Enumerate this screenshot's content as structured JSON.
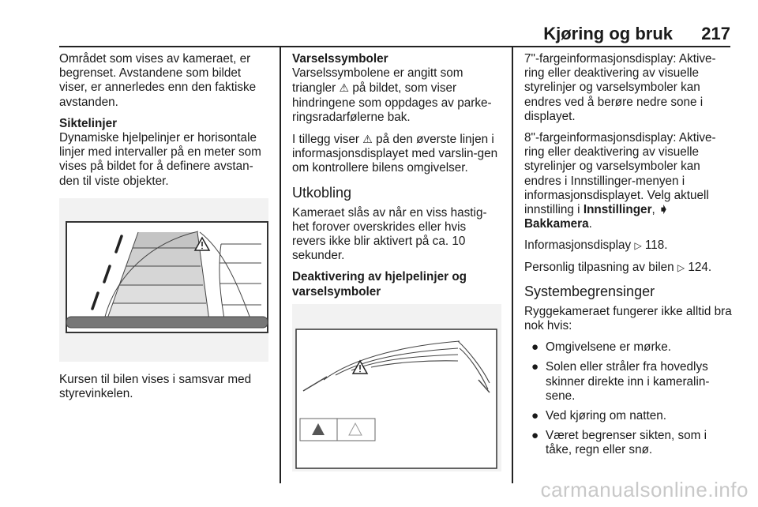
{
  "header": {
    "title": "Kjøring og bruk",
    "page_number": "217"
  },
  "col1": {
    "p1": "Området som vises av kameraet, er begrenset. Avstandene som bildet viser, er annerledes enn den faktiske avstanden.",
    "siktelinjer_heading": "Siktelinjer",
    "siktelinjer_text": "Dynamiske hjelpelinjer er horisontale linjer med intervaller på en meter som vises på bildet for å definere avstan-den til viste objekter.",
    "p_kursen": "Kursen til bilen vises i samsvar med styrevinkelen."
  },
  "col2": {
    "varsel_heading": "Varselssymboler",
    "varsel_text_1": "Varselssymbolene er angitt som triangler",
    "varsel_text_2": "på bildet, som viser hindringene som oppdages av parke-ringsradarfølerne bak.",
    "tillegg_text_1": "I tillegg viser",
    "tillegg_text_2": "på den øverste linjen i informasjonsdisplayet med varslin-gen om kontrollere bilens omgivelser.",
    "utkobling_heading": "Utkobling",
    "utkobling_text": "Kameraet slås av når en viss hastig-het forover overskrides eller hvis revers ikke blir aktivert på ca. 10 sekunder.",
    "deakt_heading": "Deaktivering av hjelpelinjer og varselsymboler"
  },
  "col3": {
    "p7": "7\"-fargeinformasjonsdisplay: Aktive-ring eller deaktivering av visuelle styrelinjer og varselsymboler kan endres ved å berøre nedre sone i displayet.",
    "p8_1": "8\"-fargeinformasjonsdisplay: Aktive-ring eller deaktivering av visuelle styrelinjer og varselsymboler kan endres i Innstillinger-menyen i informasjonsdisplayet. Velg aktuell innstilling i",
    "p8_bold1": "Innstillinger",
    "p8_sep": ", ",
    "p8_arrow": "➧",
    "p8_bold2": "Bakkamera",
    "p8_end": ".",
    "info_text": "Informasjonsdisplay",
    "info_ref": "118.",
    "personlig_text": "Personlig tilpasning av bilen",
    "personlig_ref": "124.",
    "system_heading": "Systembegrensinger",
    "system_intro": "Ryggekameraet fungerer ikke alltid bra nok hvis:",
    "bullets": [
      "Omgivelsene er mørke.",
      "Solen eller stråler fra hovedlys skinner direkte inn i kameralin-sene.",
      "Ved kjøring om natten.",
      "Været begrenser sikten, som i tåke, regn eller snø."
    ]
  },
  "symbols": {
    "warning": "⚠",
    "ref_arrow": "▷",
    "bullet": "●"
  },
  "watermark": "carmanualsonline.info"
}
